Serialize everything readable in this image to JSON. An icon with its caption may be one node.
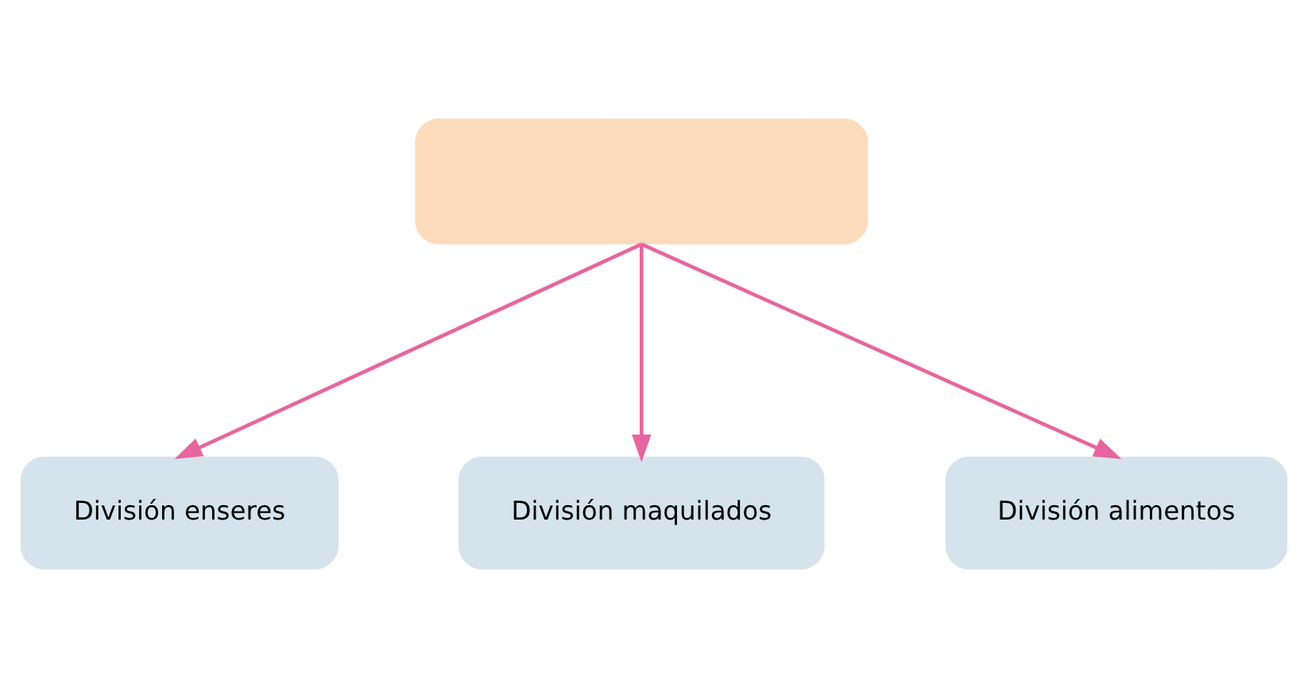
{
  "diagram": {
    "nodes": [
      {
        "text": [],
        "shape": "box"
      },
      {
        "text": [
          "División enseres"
        ]
      },
      {
        "text": [
          "División maquilados"
        ]
      },
      {
        "text": [
          "División alimentos"
        ]
      }
    ],
    "edges": [
      {
        "from": 0,
        "to": 1,
        "arrow": "to"
      },
      {
        "from": 0,
        "to": 2,
        "arrow": "to"
      },
      {
        "from": 0,
        "to": 3,
        "arrow": "to"
      }
    ]
  }
}
